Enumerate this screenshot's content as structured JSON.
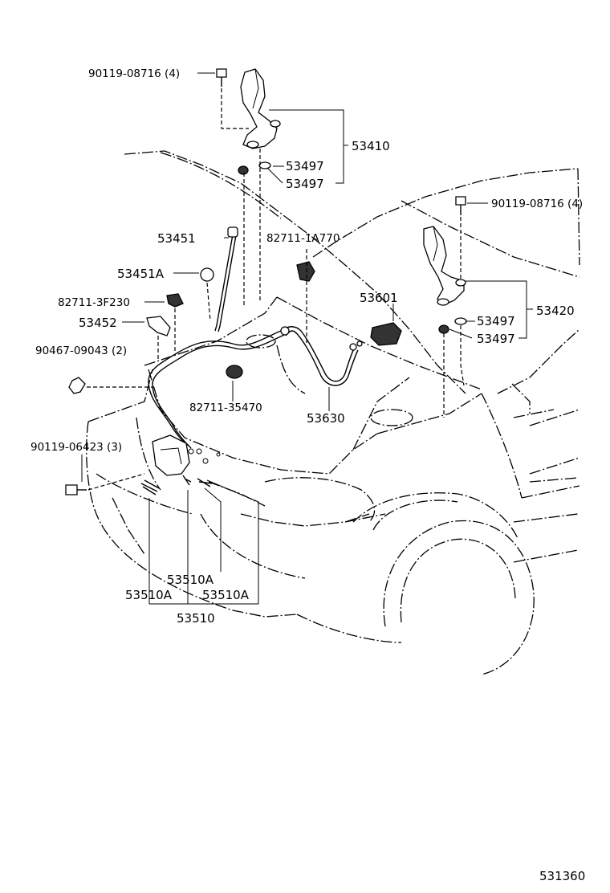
{
  "diagram_code": "531360",
  "labels": {
    "bolt_90119_08716_left": "90119-08716 (4)",
    "hinge_53410": "53410",
    "washer_53497_a": "53497",
    "washer_53497_b": "53497",
    "bolt_90119_08716_right": "90119-08716 (4)",
    "rod_53451": "53451",
    "clip_82711_1A770": "82711-1A770",
    "grommet_53451A": "53451A",
    "clip_82711_3F230": "82711-3F230",
    "holder_53452": "53452",
    "clip_90467_09043": "90467-09043 (2)",
    "lever_53601": "53601",
    "hinge_53420": "53420",
    "washer_53497_c": "53497",
    "washer_53497_d": "53497",
    "clip_82711_35470": "82711-35470",
    "cable_53630": "53630",
    "bolt_90119_06423": "90119-06423 (3)",
    "spring_53510A_top": "53510A",
    "spring_53510A_left": "53510A",
    "spring_53510A_right": "53510A",
    "lock_53510": "53510"
  }
}
